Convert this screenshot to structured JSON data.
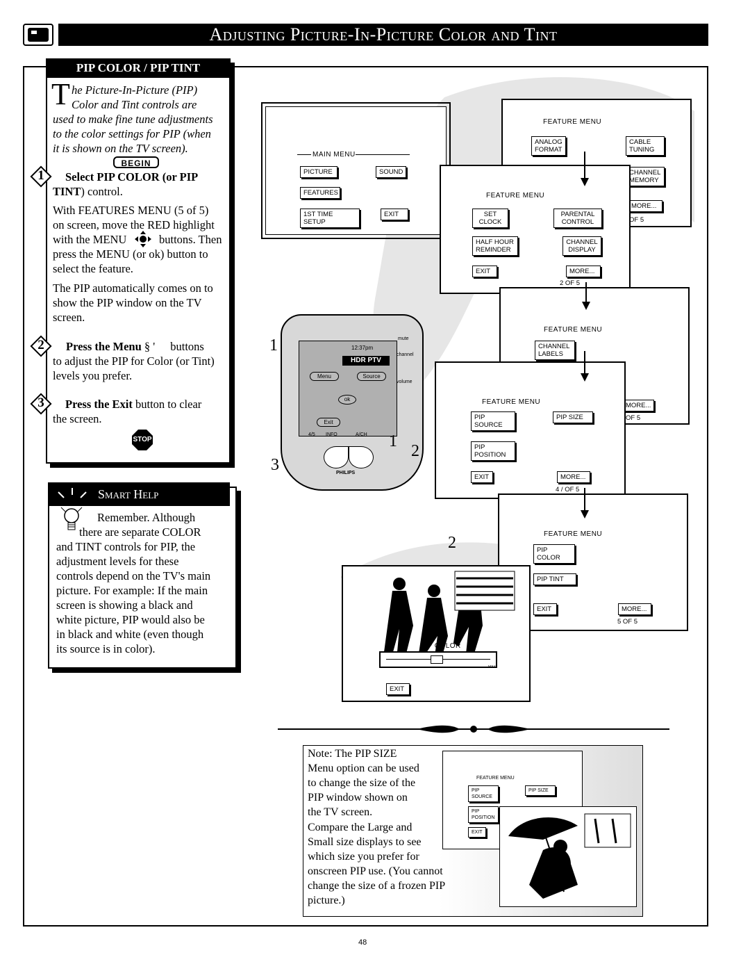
{
  "page": {
    "title": "Adjusting Picture-In-Picture Color and Tint",
    "page_number": "48"
  },
  "pip_section": {
    "heading": "PIP COLOR / PIP TINT",
    "intro_dropcap": "T",
    "intro_line1": "he Picture-In-Picture (PIP)",
    "intro_line2": "Color and Tint controls are",
    "intro_rest": [
      "used to make fine tune adjustments",
      "to the color settings for PIP (when",
      "it is shown on the TV screen)."
    ],
    "begin_label": "BEGIN",
    "stop_label": "STOP",
    "step1": {
      "number": "1",
      "heading_line1": "Select PIP COLOR (or PIP",
      "heading_line2_bold": "TINT",
      "heading_line2_rest": ") control.",
      "body": [
        "With FEATURES MENU (5 of 5)",
        "on screen, move the RED highlight",
        "with the MENU",
        "buttons. Then",
        "press the MENU (or ok) button to",
        "select the feature."
      ],
      "body2": [
        "The PIP automatically comes on to",
        "show the PIP window on the TV",
        "screen."
      ]
    },
    "step2": {
      "number": "2",
      "heading": "Press the Menu",
      "heading_symbols": "§ '",
      "heading_rest": "buttons",
      "body": [
        "to adjust the PIP for Color (or Tint)",
        "levels you prefer."
      ]
    },
    "step3": {
      "number": "3",
      "heading_bold": "Press the Exit",
      "heading_rest": "button to clear",
      "body": [
        "the screen."
      ]
    }
  },
  "smart_help": {
    "heading": "Smart Help",
    "lines": [
      "Remember. Although",
      "there are separate COLOR",
      "and TINT controls for PIP, the",
      "adjustment levels for these",
      "controls depend on the TV's main",
      "picture. For example: If the main",
      "screen is showing a black and",
      "white picture, PIP would also be",
      "in black and white (even though",
      "its source is in color)."
    ]
  },
  "main_menu": {
    "title": "MAIN MENU",
    "items": [
      "PICTURE",
      "SOUND",
      "FEATURES",
      "1ST TIME SETUP",
      "EXIT"
    ]
  },
  "feature_menu_1": {
    "title": "FEATURE MENU",
    "items": [
      "ANALOG FORMAT",
      "CABLE TUNING",
      "CHANNEL MEMORY",
      "MORE...",
      "OF 5"
    ]
  },
  "feature_menu_2": {
    "title": "FEATURE MENU",
    "items": [
      "SET CLOCK",
      "PARENTAL CONTROL",
      "HALF HOUR REMINDER",
      "CHANNEL DISPLAY",
      "EXIT",
      "MORE..."
    ],
    "page": "2  OF 5"
  },
  "feature_menu_3": {
    "title": "FEATURE MENU",
    "items": [
      "CHANNEL LABELS",
      "MORE...",
      "OF 5"
    ]
  },
  "feature_menu_4": {
    "title": "FEATURE MENU",
    "items": [
      "PIP SOURCE",
      "PIP SIZE",
      "PIP POSITION",
      "EXIT",
      "MORE..."
    ],
    "page": "4 / OF 5"
  },
  "feature_menu_5": {
    "title": "FEATURE MENU",
    "items": [
      "PIP COLOR",
      "PIP TINT",
      "EXIT",
      "MORE..."
    ],
    "page": "5  OF 5"
  },
  "remote": {
    "time": "12:37pm",
    "hdr": "HDR PTV",
    "menu": "Menu",
    "source": "Source",
    "ok": "ok",
    "exit": "Exit",
    "mute": "mute",
    "channel": "channel",
    "volume": "volume",
    "info": "INFO",
    "ratio": "4/5",
    "a_ch": "A/CH",
    "brand": "PHILIPS"
  },
  "callouts": {
    "one": "1",
    "two": "2",
    "three": "3"
  },
  "pip_screen": {
    "label": "PIP COLOR",
    "exit": "EXIT",
    "max": "MAX"
  },
  "note": {
    "lines": [
      "Note: The PIP SIZE",
      "Menu option can be used",
      "to change the size of the",
      "PIP window shown on",
      "the TV screen.",
      "Compare the Large and",
      "Small size displays to see",
      "which size you prefer for",
      "onscreen PIP use. (You cannot",
      "change the size of a frozen PIP",
      "picture.)"
    ],
    "menu_title": "FEATURE MENU",
    "menu_items": [
      "PIP SOURCE",
      "PIP SIZE",
      "PIP POSITION",
      "EXIT"
    ]
  }
}
